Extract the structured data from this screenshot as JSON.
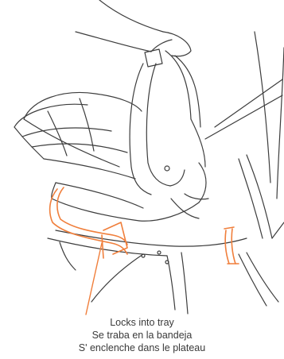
{
  "callout": {
    "lines": [
      "Locks into tray",
      "Se traba en la bandeja",
      "S' enclenche dans le plateau"
    ]
  },
  "colors": {
    "line_art": "#3d3d3d",
    "highlight": "#f07f3c",
    "caption_text": "#3a3a3a"
  },
  "figure": {
    "subject": "infant car seat being lowered onto stroller tray",
    "highlighted_parts": [
      "tray-latch-bar",
      "tray-clip"
    ]
  }
}
